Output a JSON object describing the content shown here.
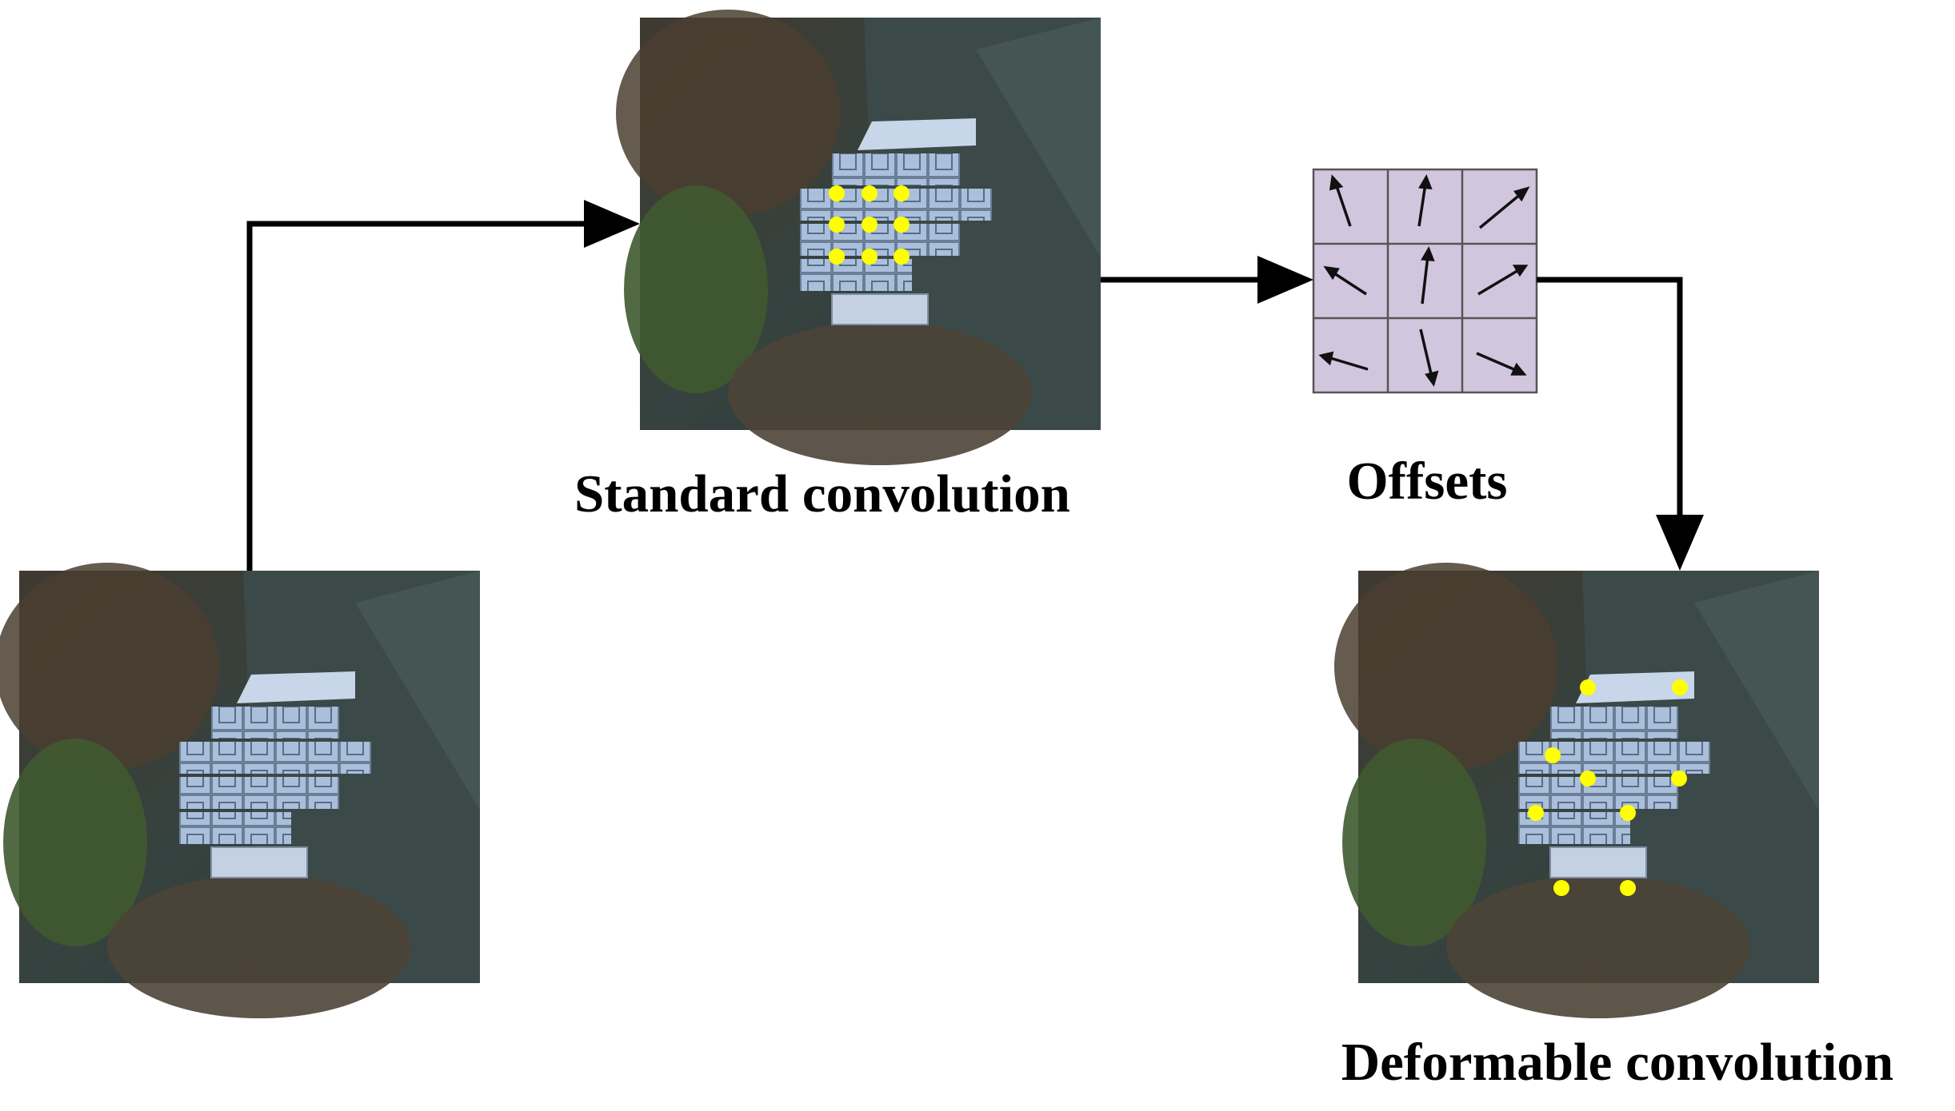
{
  "labels": {
    "standard": "Standard convolution",
    "offsets": "Offsets",
    "deformable": "Deformable convolution"
  },
  "colors": {
    "sample_point": "#ffff00",
    "offset_grid_fill": "#d2c6de",
    "offset_grid_stroke": "#555555",
    "arrow": "#000000",
    "scene_background": "#3a4542",
    "module_tile": "#b4c8e2"
  },
  "offset_grid": {
    "rows": 3,
    "cols": 3,
    "arrow_directions": [
      [
        "up-left",
        "up",
        "up-right"
      ],
      [
        "up-left",
        "up",
        "up-right"
      ],
      [
        "left",
        "down",
        "down-right"
      ]
    ]
  },
  "sampling_points": {
    "standard": "regular 3x3 grid",
    "deformable": "9 points displaced by offsets"
  }
}
